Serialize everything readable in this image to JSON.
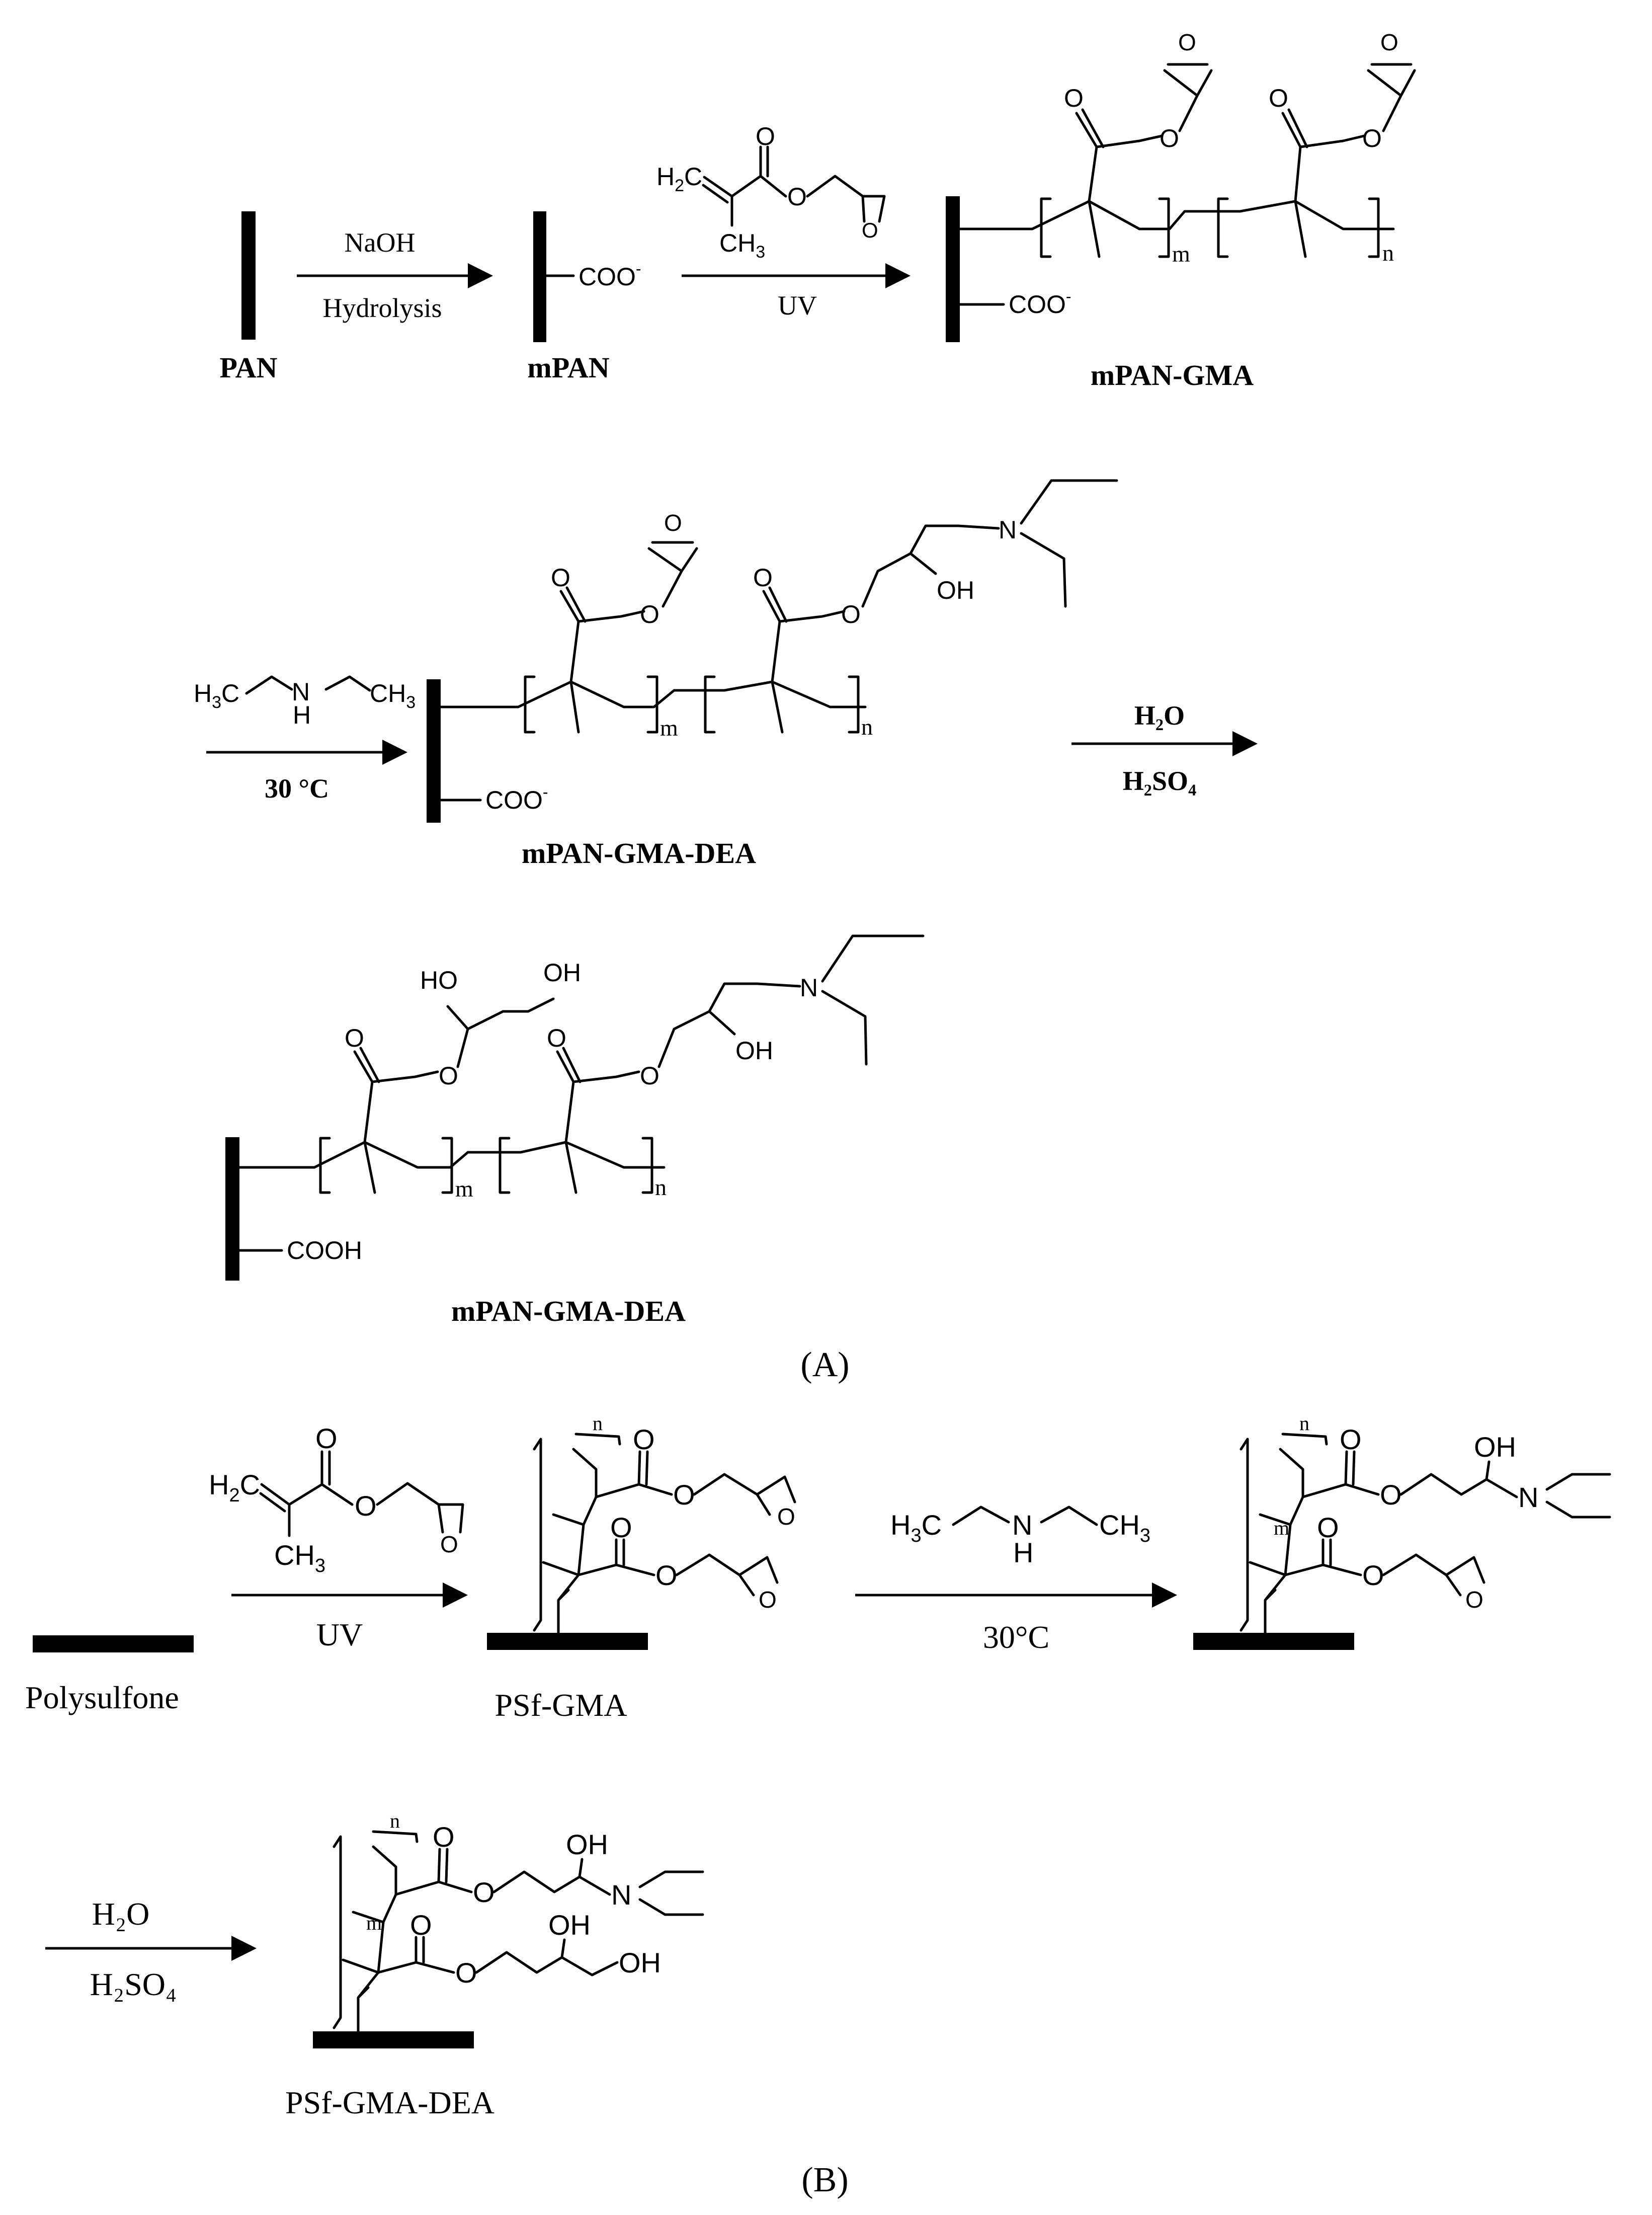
{
  "panel_a": {
    "caption": "(A)",
    "step1": {
      "reagent": "NaOH",
      "condition": "Hydrolysis"
    },
    "step2": {
      "condition": "UV"
    },
    "step3": {
      "condition": "30 °C"
    },
    "step4": {
      "reagent": "H₂O",
      "acid": "H₂SO₄"
    },
    "compounds": {
      "pan": "PAN",
      "mpan": "mPAN",
      "mpan_gma": "mPAN-GMA",
      "mpan_gma_dea_1": "mPAN-GMA-DEA",
      "mpan_gma_dea_2": "mPAN-GMA-DEA"
    },
    "atoms": {
      "carboxylate": "COO",
      "carboxylate_charge": "-",
      "carboxylic_acid": "COOH",
      "oxygen": "O",
      "nitrogen": "N",
      "hydrogen": "H",
      "hydroxyl": "OH",
      "hydroxyl_left": "HO",
      "ch2_left": "H",
      "ch2_sub": "2",
      "ch2_c": "C",
      "ch3": "CH",
      "ch3_sub": "3",
      "h3c": "H",
      "h3c_sub": "3",
      "h3c_c": "C",
      "repeat_m": "m",
      "repeat_n": "n"
    }
  },
  "panel_b": {
    "caption": "(B)",
    "step1": {
      "condition": "UV"
    },
    "step2": {
      "condition": "30°C"
    },
    "step3": {
      "reagent": "H₂O",
      "acid": "H₂SO₄"
    },
    "compounds": {
      "polysulfone": "Polysulfone",
      "psf_gma": "PSf-GMA",
      "psf_gma_dea": "PSf-GMA-DEA"
    }
  }
}
